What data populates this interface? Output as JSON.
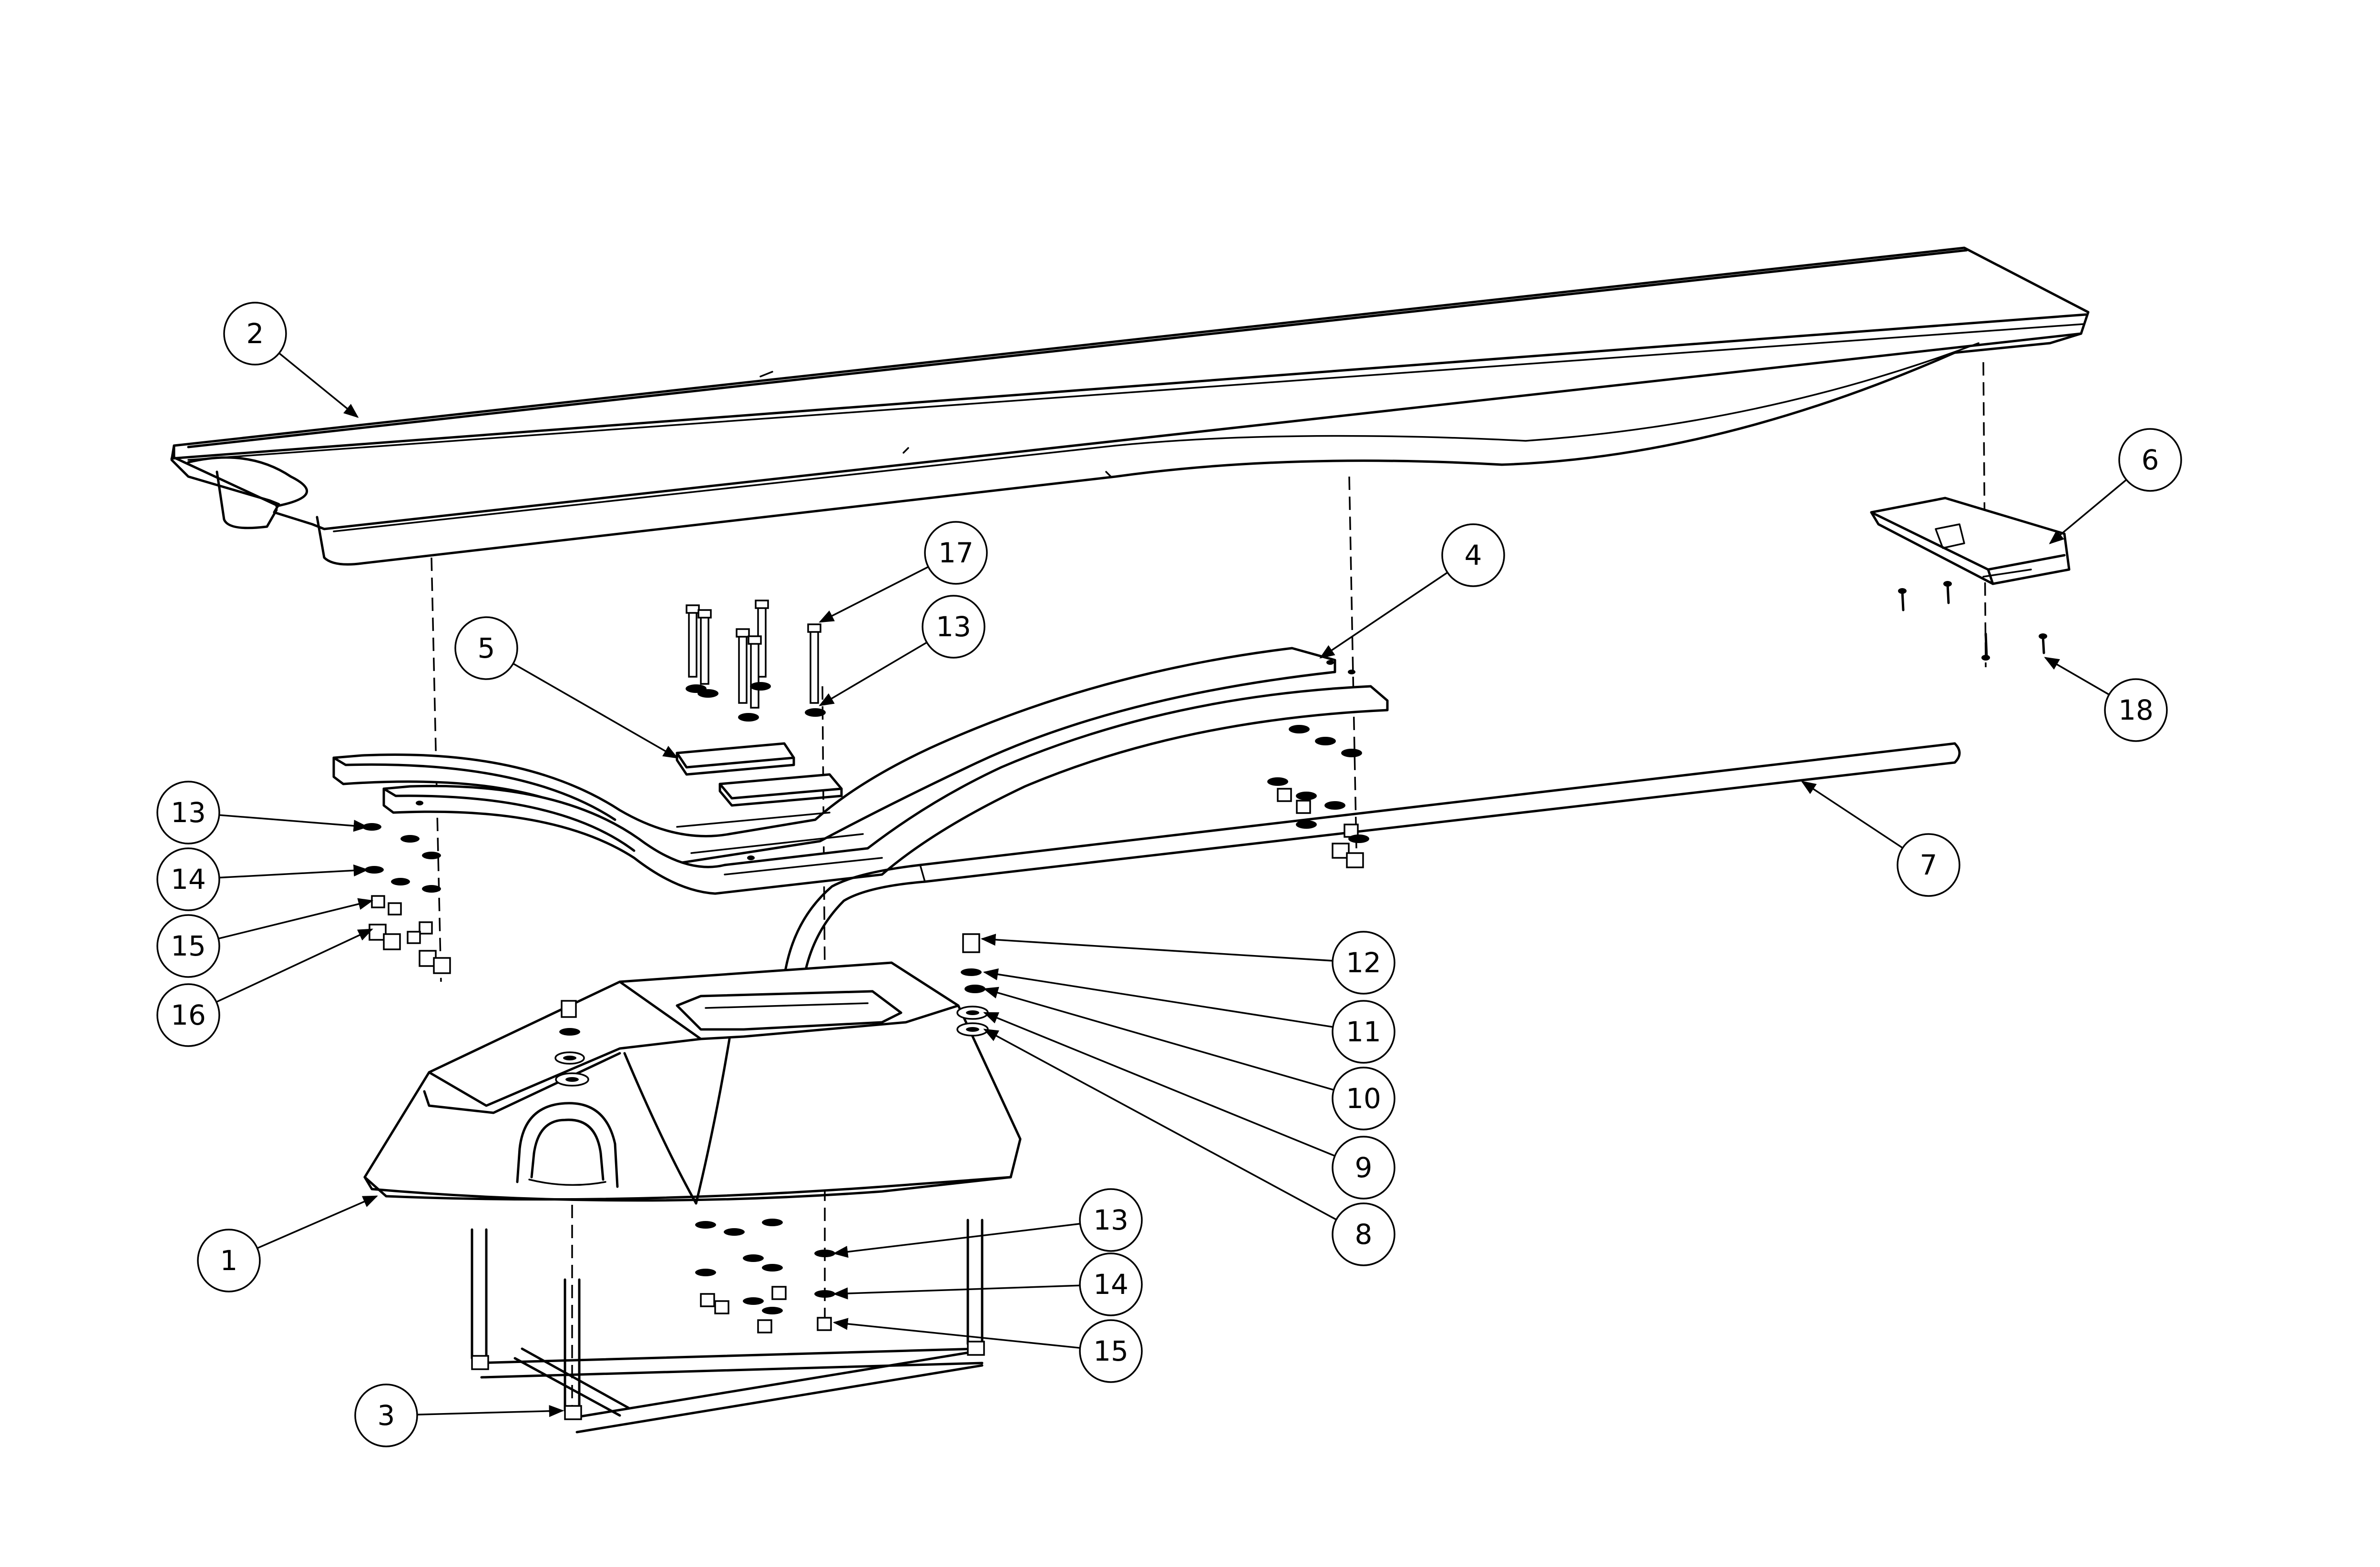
{
  "callouts": {
    "c1": "1",
    "c2": "2",
    "c3": "3",
    "c4": "4",
    "c5": "5",
    "c6": "6",
    "c7": "7",
    "c8": "8",
    "c9": "9",
    "c10": "10",
    "c11": "11",
    "c12": "12",
    "c13a": "13",
    "c13b": "13",
    "c13c": "13",
    "c14a": "14",
    "c14b": "14",
    "c15a": "15",
    "c15b": "15",
    "c16": "16",
    "c17": "17",
    "c18": "18"
  },
  "colors": {
    "line": "#000000",
    "background": "#ffffff"
  }
}
